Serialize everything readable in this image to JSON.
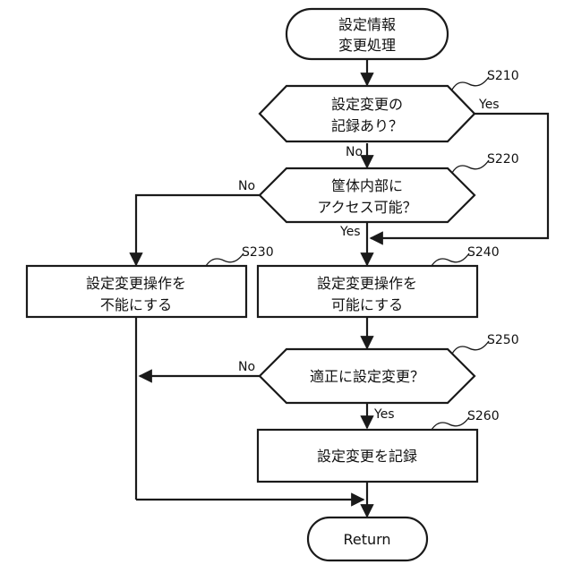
{
  "start": {
    "line1": "設定情報",
    "line2": "変更処理"
  },
  "decision_s210": {
    "line1": "設定変更の",
    "line2": "記録あり？",
    "step": "S210",
    "yes": "Yes",
    "no": "No"
  },
  "decision_s220": {
    "line1": "筐体内部に",
    "line2": "アクセス可能？",
    "step": "S220",
    "yes": "Yes",
    "no": "No"
  },
  "process_s230": {
    "line1": "設定変更操作を",
    "line2": "不能にする",
    "step": "S230"
  },
  "process_s240": {
    "line1": "設定変更操作を",
    "line2": "可能にする",
    "step": "S240"
  },
  "decision_s250": {
    "line1": "適正に設定変更？",
    "step": "S250",
    "yes": "Yes",
    "no": "No"
  },
  "process_s260": {
    "line1": "設定変更を記録",
    "step": "S260"
  },
  "end": {
    "label": "Return"
  }
}
